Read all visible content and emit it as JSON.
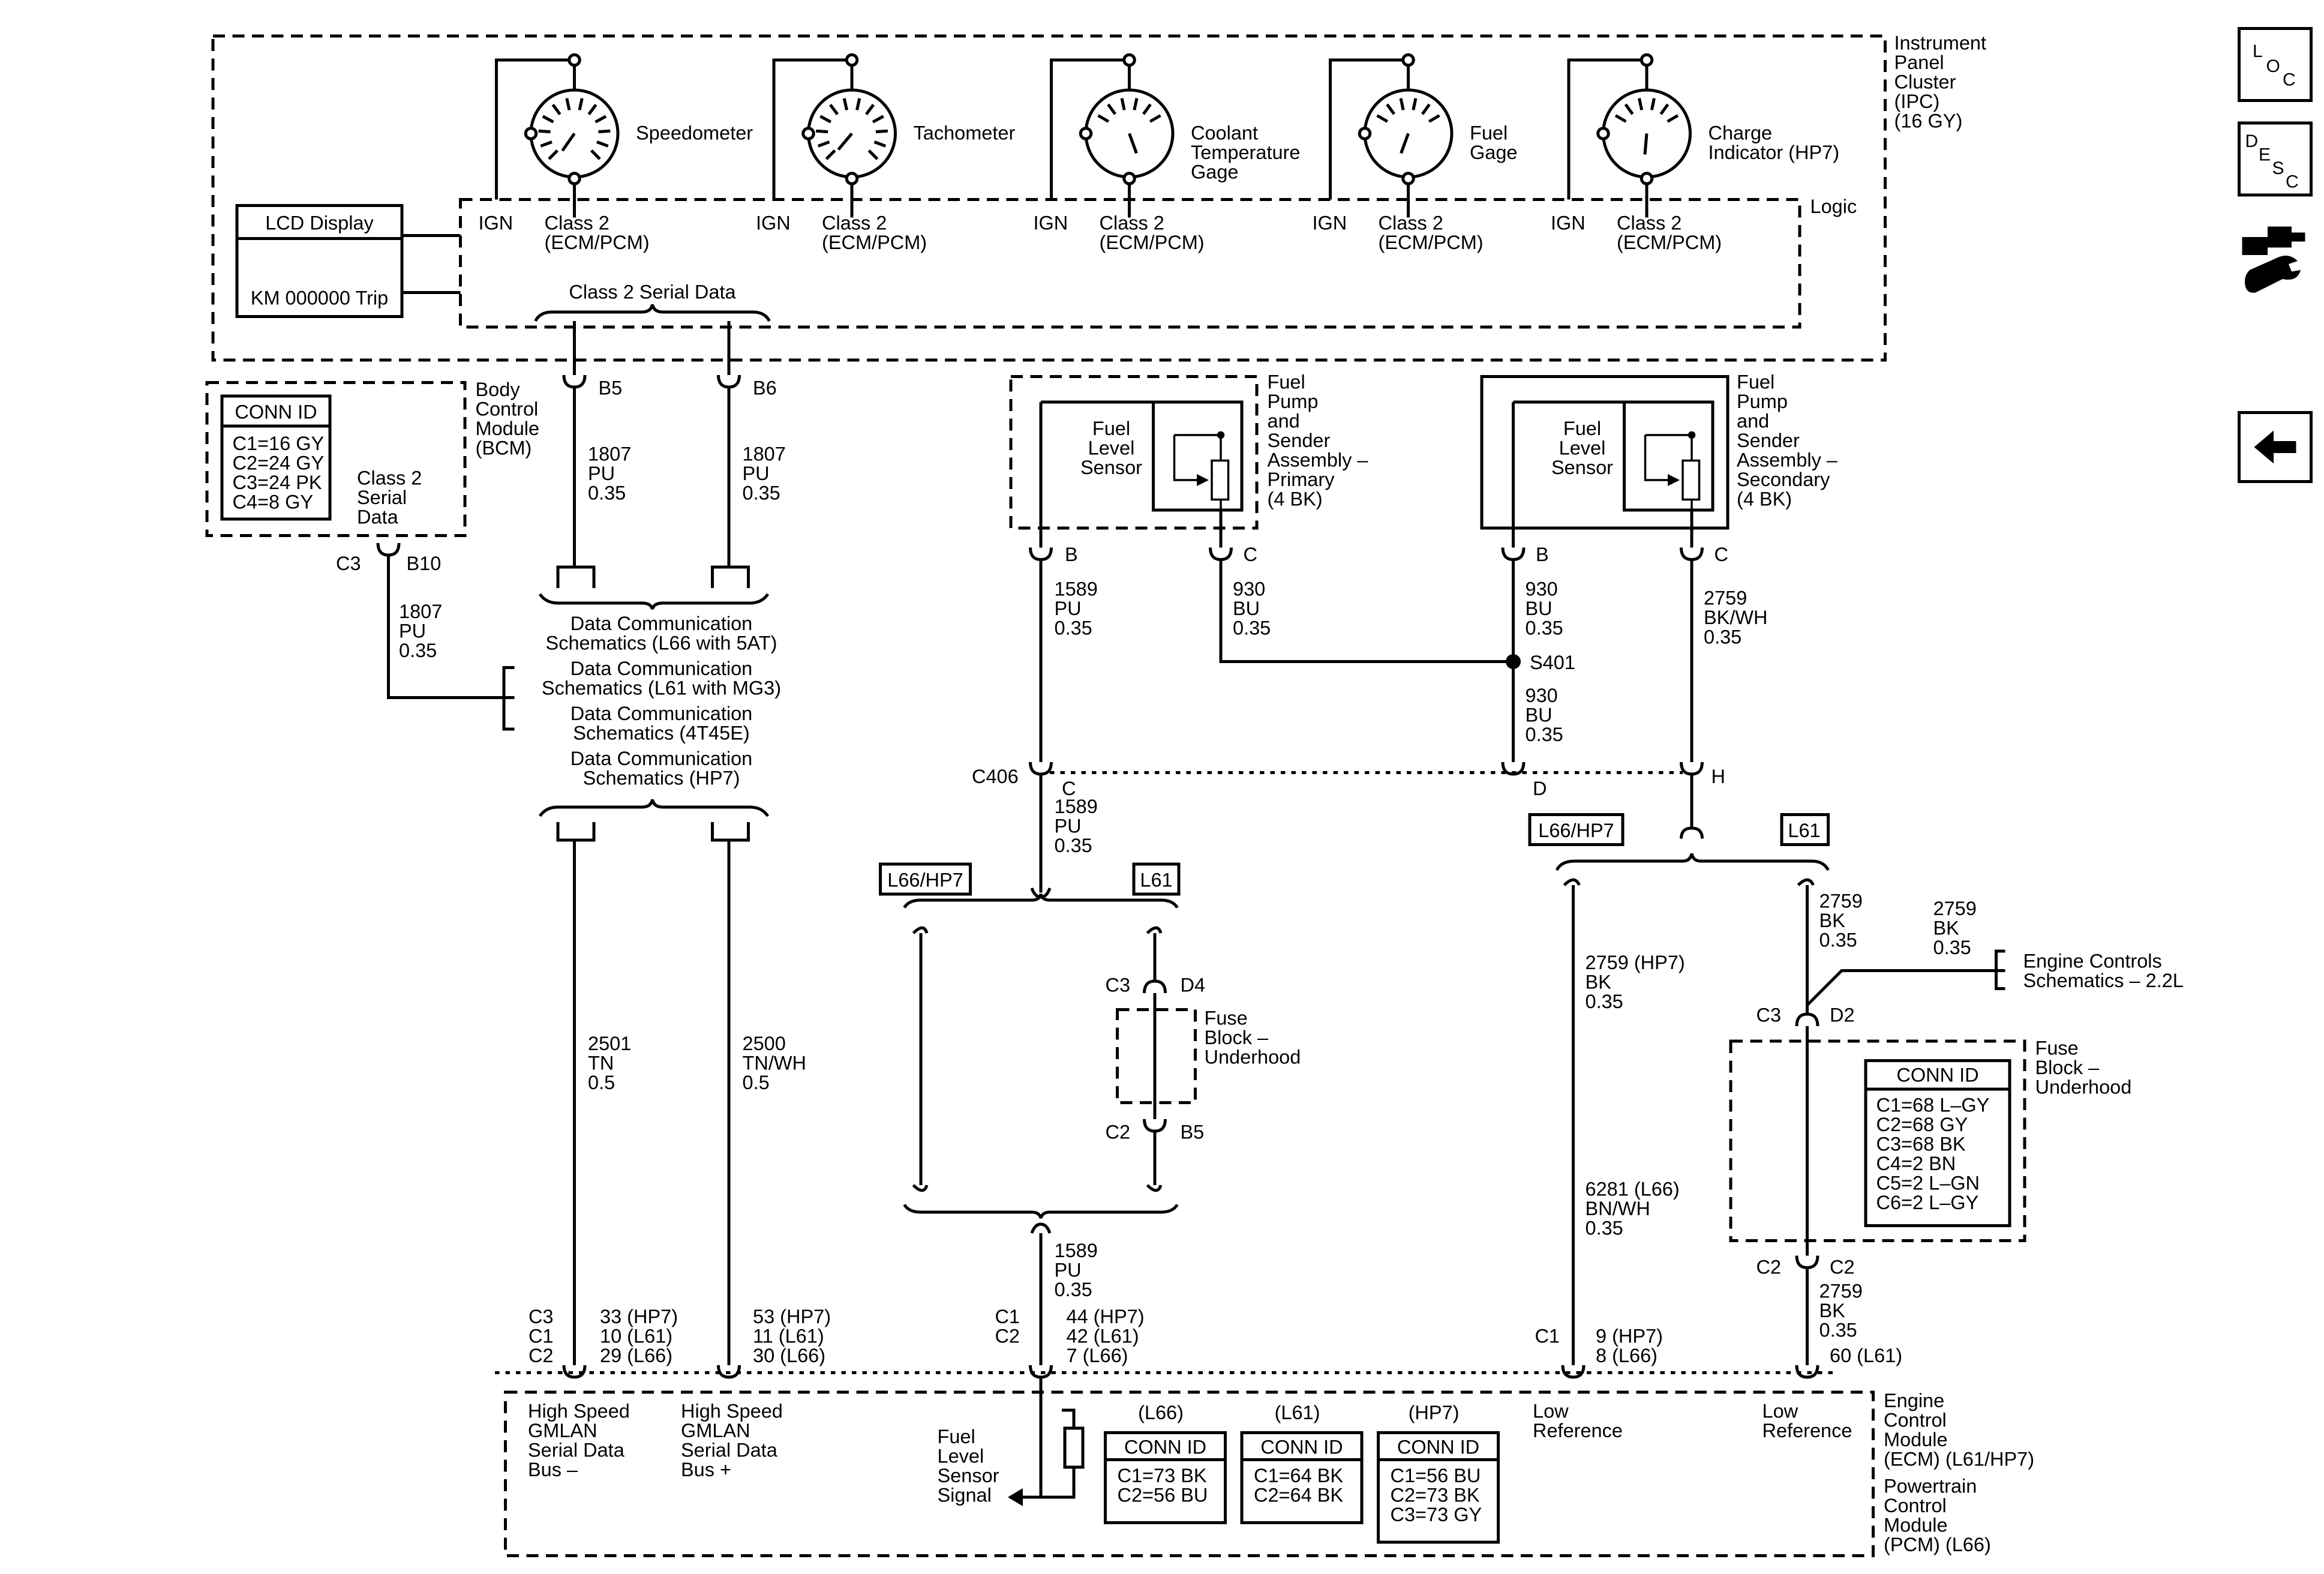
{
  "ipc": {
    "name": [
      "Instrument",
      "Panel",
      "Cluster",
      "(IPC)",
      "(16 GY)"
    ],
    "logic": "Logic",
    "lcd_label": "LCD Display",
    "lcd_value": "KM 000000 Trip",
    "serial_data": "Class 2 Serial Data",
    "ign": "IGN",
    "class2": [
      "Class 2",
      "(ECM/PCM)"
    ],
    "gauges": [
      [
        "Speedometer"
      ],
      [
        "Tachometer"
      ],
      [
        "Coolant",
        "Temperature",
        "Gage"
      ],
      [
        "Fuel",
        "Gage"
      ],
      [
        "Charge",
        "Indicator (HP7)"
      ]
    ]
  },
  "bcm": {
    "name": [
      "Body",
      "Control",
      "Module",
      "(BCM)"
    ],
    "conn_title": "CONN ID",
    "conn": [
      "C1=16 GY",
      "C2=24 GY",
      "C3=24 PK",
      "C4=8 GY"
    ],
    "serial": [
      "Class 2",
      "Serial",
      "Data"
    ],
    "pin_c": "C3",
    "pin": "B10",
    "wire": [
      "1807",
      "PU",
      "0.35"
    ]
  },
  "ipc_pins": {
    "b5": "B5",
    "b6": "B6",
    "w_b5": [
      "1807",
      "PU",
      "0.35"
    ],
    "w_b6": [
      "1807",
      "PU",
      "0.35"
    ]
  },
  "data_comm": [
    "Data Communication",
    "Schematics (L66 with 5AT)",
    "Data Communication",
    "Schematics (L61 with MG3)",
    "Data Communication",
    "Schematics (4T45E)",
    "Data Communication",
    "Schematics (HP7)"
  ],
  "gmlan": {
    "w_minus": [
      "2501",
      "TN",
      "0.5"
    ],
    "w_plus": [
      "2500",
      "TN/WH",
      "0.5"
    ],
    "conns": [
      "C3",
      "C1",
      "C2"
    ],
    "pins_minus": [
      "33 (HP7)",
      "10 (L61)",
      "29 (L66)"
    ],
    "pins_plus": [
      "53 (HP7)",
      "11 (L61)",
      "30 (L66)"
    ],
    "label_minus": [
      "High Speed",
      "GMLAN",
      "Serial Data",
      "Bus –"
    ],
    "label_plus": [
      "High Speed",
      "GMLAN",
      "Serial Data",
      "Bus +"
    ]
  },
  "primary": {
    "name": [
      "Fuel",
      "Pump",
      "and",
      "Sender",
      "Assembly –",
      "Primary",
      "(4 BK)"
    ],
    "sensor": [
      "Fuel",
      "Level",
      "Sensor"
    ],
    "pin_b": "B",
    "pin_c": "C",
    "w_b": [
      "1589",
      "PU",
      "0.35"
    ],
    "w_c": [
      "930",
      "BU",
      "0.35"
    ]
  },
  "secondary": {
    "name": [
      "Fuel",
      "Pump",
      "and",
      "Sender",
      "Assembly –",
      "Secondary",
      "(4 BK)"
    ],
    "sensor": [
      "Fuel",
      "Level",
      "Sensor"
    ],
    "pin_b": "B",
    "pin_c": "C",
    "w_b": [
      "930",
      "BU",
      "0.35"
    ],
    "w_c": [
      "2759",
      "BK/WH",
      "0.35"
    ]
  },
  "splice": {
    "label": "S401",
    "w_down": [
      "930",
      "BU",
      "0.35"
    ]
  },
  "c406": {
    "label": "C406",
    "pin_c": "C",
    "pin_d": "D",
    "pin_h": "H",
    "w_c": [
      "1589",
      "PU",
      "0.35"
    ]
  },
  "left_branch": {
    "tag_l": "L66/HP7",
    "tag_r": "L61",
    "c3": "C3",
    "d4": "D4",
    "fuse": [
      "Fuse",
      "Block –",
      "Underhood"
    ],
    "c2": "C2",
    "b5": "B5",
    "w_bottom": [
      "1589",
      "PU",
      "0.35"
    ],
    "conns": [
      "C1",
      "C2"
    ],
    "pins": [
      "44 (HP7)",
      "42 (L61)",
      "7 (L66)"
    ],
    "signal": [
      "Fuel",
      "Level",
      "Sensor",
      "Signal"
    ]
  },
  "right_branch": {
    "tag_l": "L66/HP7",
    "tag_r": "L61",
    "w_hp7": [
      "2759 (HP7)",
      "BK",
      "0.35"
    ],
    "w_l66": [
      "6281 (L66)",
      "BN/WH",
      "0.35"
    ],
    "w_l61_top": [
      "2759",
      "BK",
      "0.35"
    ],
    "w_branch": [
      "2759",
      "BK",
      "0.35"
    ],
    "engine_ref": [
      "Engine Controls",
      "Schematics – 2.2L"
    ],
    "c3": "C3",
    "d2": "D2",
    "fuse": [
      "Fuse",
      "Block –",
      "Underhood"
    ],
    "conn_title": "CONN ID",
    "conn": [
      "C1=68 L–GY",
      "C2=68 GY",
      "C3=68 BK",
      "C4=2 BN",
      "C5=2 L–GN",
      "C6=2 L–GY"
    ],
    "c2": "C2",
    "c2p": "C2",
    "w_l61_bottom": [
      "2759",
      "BK",
      "0.35"
    ],
    "pin_c1": "C1",
    "pins_low": [
      "9 (HP7)",
      "8 (L66)"
    ],
    "pin_l61": "60 (L61)",
    "low_ref": [
      "Low",
      "Reference"
    ]
  },
  "ecm": {
    "name": [
      "Engine",
      "Control",
      "Module",
      "(ECM) (L61/HP7)"
    ],
    "pcm": [
      "Powertrain",
      "Control",
      "Module",
      "(PCM) (L66)"
    ],
    "tables": [
      {
        "variant": "(L66)",
        "title": "CONN ID",
        "rows": [
          "C1=73 BK",
          "C2=56 BU"
        ]
      },
      {
        "variant": "(L61)",
        "title": "CONN ID",
        "rows": [
          "C1=64 BK",
          "C2=64 BK"
        ]
      },
      {
        "variant": "(HP7)",
        "title": "CONN ID",
        "rows": [
          "C1=56 BU",
          "C2=73 BK",
          "C3=73 GY"
        ]
      }
    ]
  },
  "nav": {
    "loc": [
      "L",
      "O",
      "C"
    ],
    "desc": [
      "D",
      "E",
      "S",
      "C"
    ]
  }
}
